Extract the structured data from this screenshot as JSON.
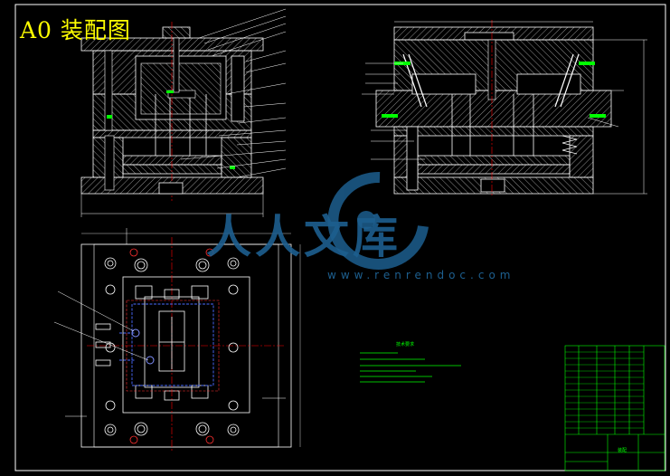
{
  "title": "A0 装配图",
  "watermark": {
    "logo_text": "人人文库",
    "url_text": "www.renrendoc.com"
  },
  "colors": {
    "background": "#000000",
    "outline": "#ffffff",
    "hatch": "#c0c0c0",
    "centerline": "#ff0000",
    "cooling": "#4a6cff",
    "annotation": "#00ff00",
    "title": "#ffff00",
    "watermark": "#1d5f8f"
  },
  "notes": {
    "title": "技术要求"
  },
  "title_block": {
    "part_name": "装配"
  }
}
